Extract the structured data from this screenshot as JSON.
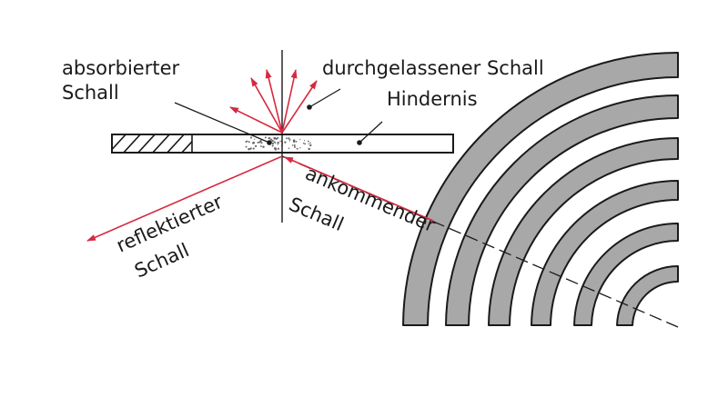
{
  "labels": {
    "absorbed_line1": "absorbierter",
    "absorbed_line2": "Schall",
    "transmitted": "durchgelassener Schall",
    "obstacle": "Hindernis",
    "reflected_line1": "reflektierter",
    "reflected_line2": "Schall",
    "incoming_line1": "ankommender",
    "incoming_line2": "Schall"
  },
  "colors": {
    "ray": "#d6293f",
    "ink": "#1a1a1a",
    "wave_fill": "#a8a8a8",
    "speckle": "#666666"
  }
}
